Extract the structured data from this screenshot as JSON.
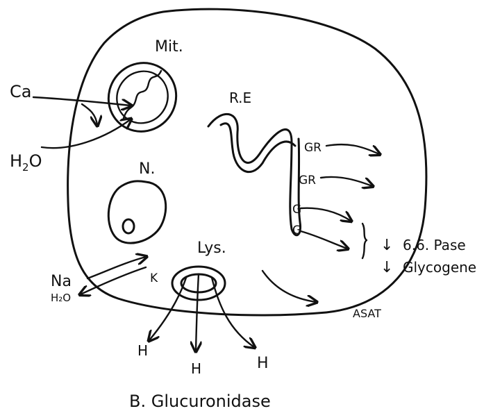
{
  "labels": {
    "mit": "Mit.",
    "ca": "Ca",
    "h2o_h": "H",
    "h2o_sub": "2",
    "h2o_o": "O",
    "re": "R.E",
    "n": "N.",
    "gr1": "GR",
    "gr2": "GR",
    "g1": "G",
    "g2": "G",
    "g6pase": "6.6. Pase",
    "glycogene": "Glycogene",
    "down_arrow": "↓",
    "lys": "Lys.",
    "na": "Na",
    "k": "K",
    "h2o_small": "H₂O",
    "asat": "ASAT",
    "h_left": "H",
    "h_mid": "H",
    "h_right": "H",
    "b_glucuronidase": "B. Glucuronidase"
  }
}
